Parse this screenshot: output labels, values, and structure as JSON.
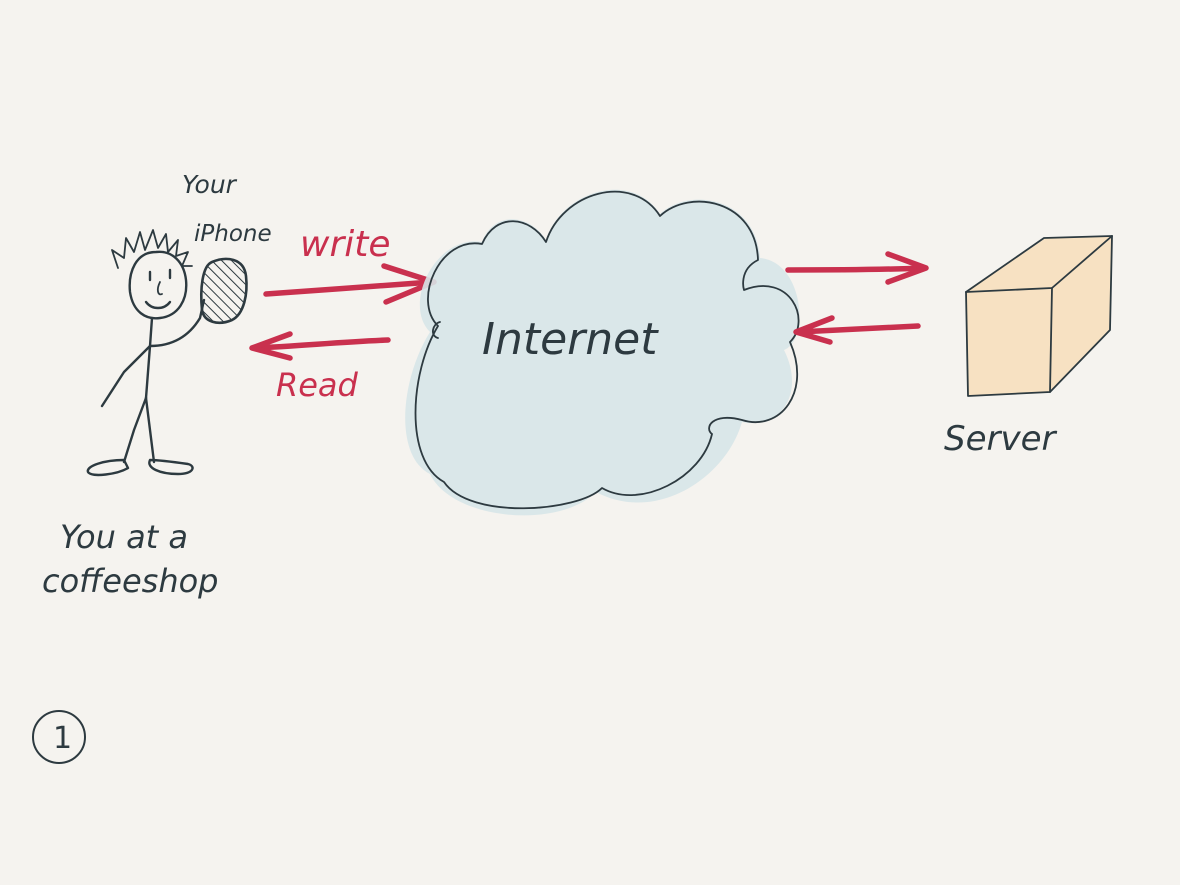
{
  "labels": {
    "iphone_line1": "Your",
    "iphone_line2": "iPhone",
    "write": "write",
    "read": "Read",
    "internet": "Internet",
    "server": "Server",
    "person_line1": "You at a",
    "person_line2": "coffeeshop",
    "page_number": "1"
  },
  "colors": {
    "background": "#f5f3ef",
    "ink": "#2d3a40",
    "arrow": "#c9304e",
    "cloud_fill": "#d7e6e8",
    "server_fill": "#f7dfbd"
  },
  "icons": {
    "person": "stick-figure-icon",
    "phone": "iphone-icon",
    "cloud": "cloud-icon",
    "server": "server-box-icon"
  }
}
